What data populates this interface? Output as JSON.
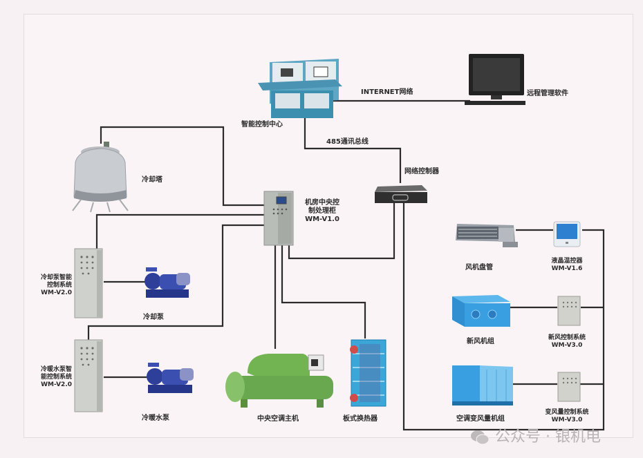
{
  "diagram": {
    "title": "",
    "nodes": {
      "control_center": {
        "label": "智能控制中心"
      },
      "remote_software": {
        "label": "远程管理软件"
      },
      "internet_link": {
        "label": "INTERNET网络"
      },
      "bus_link": {
        "label": "485通讯总线"
      },
      "network_controller": {
        "label": "网络控制器"
      },
      "cooling_tower": {
        "label": "冷却塔"
      },
      "central_cabinet": {
        "line1": "机房中央控",
        "line2": "制处理柜",
        "line3": "WM-V1.0"
      },
      "cooling_pump_ctrl": {
        "line1": "冷却泵智能",
        "line2": "控制系统",
        "line3": "WM-V2.0"
      },
      "cooling_pump": {
        "label": "冷却泵"
      },
      "heating_pump_ctrl": {
        "line1": "冷暖水泵智",
        "line2": "能控制系统",
        "line3": "WM-V2.0"
      },
      "heating_pump": {
        "label": "冷暖水泵"
      },
      "chiller": {
        "label": "中央空调主机"
      },
      "plate_exchanger": {
        "label": "板式换热器"
      },
      "fan_coil": {
        "label": "风机盘管"
      },
      "lcd_thermostat": {
        "line1": "液晶温控器",
        "line2": "WM-V1.6"
      },
      "fresh_air_unit": {
        "label": "新风机组"
      },
      "fresh_air_ctrl": {
        "line1": "新风控制系统",
        "line2": "WM-V3.0"
      },
      "vav_unit": {
        "label": "空调变风量机组"
      },
      "vav_ctrl": {
        "line1": "变风量控制系统",
        "line2": "WM-V3.0"
      }
    },
    "edges": [
      [
        "control_center",
        "remote_software",
        "INTERNET网络"
      ],
      [
        "control_center",
        "network_controller",
        "485通讯总线"
      ],
      [
        "network_controller",
        "central_cabinet",
        ""
      ],
      [
        "network_controller",
        "lcd_thermostat",
        ""
      ],
      [
        "network_controller",
        "fresh_air_ctrl",
        ""
      ],
      [
        "network_controller",
        "vav_ctrl",
        ""
      ],
      [
        "central_cabinet",
        "cooling_tower",
        ""
      ],
      [
        "central_cabinet",
        "cooling_pump_ctrl",
        ""
      ],
      [
        "central_cabinet",
        "heating_pump_ctrl",
        ""
      ],
      [
        "central_cabinet",
        "chiller",
        ""
      ],
      [
        "central_cabinet",
        "plate_exchanger",
        ""
      ],
      [
        "cooling_pump_ctrl",
        "cooling_pump",
        ""
      ],
      [
        "heating_pump_ctrl",
        "heating_pump",
        ""
      ],
      [
        "lcd_thermostat",
        "fan_coil",
        ""
      ],
      [
        "fresh_air_ctrl",
        "fresh_air_unit",
        ""
      ],
      [
        "vav_ctrl",
        "vav_unit",
        ""
      ]
    ]
  },
  "watermark": {
    "text": "公众号 · 银机电"
  },
  "colors": {
    "wire": "#2b2b2b",
    "pump": "#2e3f9a",
    "chiller": "#6aa84f",
    "exchanger": "#3aa7d8",
    "ahu": "#3a9fe0",
    "cabinet": "#c9ccc6",
    "console": "#3d8fb0"
  }
}
